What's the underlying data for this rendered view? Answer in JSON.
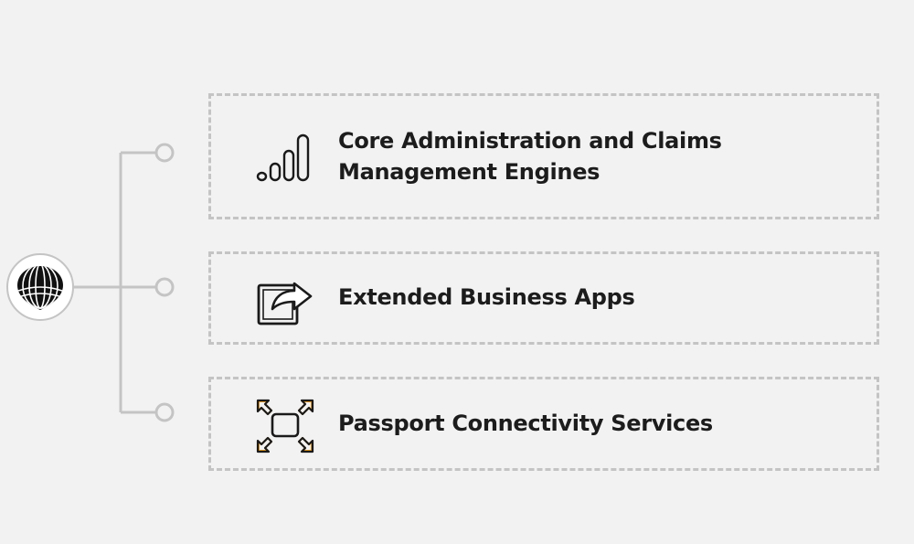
{
  "logo": {
    "icon": "globe-logo-icon"
  },
  "items": [
    {
      "label": "Core Administration and Claims Management Engines",
      "icon": "bar-chart-signal-icon"
    },
    {
      "label": "Extended Business Apps",
      "icon": "share-export-icon"
    },
    {
      "label": "Passport Connectivity Services",
      "icon": "converge-arrows-icon"
    }
  ],
  "colors": {
    "background": "#f2f2f2",
    "connector": "#c4c4c4",
    "text": "#1c1c1c",
    "icon": "#1a1a1a",
    "icon_accent": "#f0a020"
  }
}
